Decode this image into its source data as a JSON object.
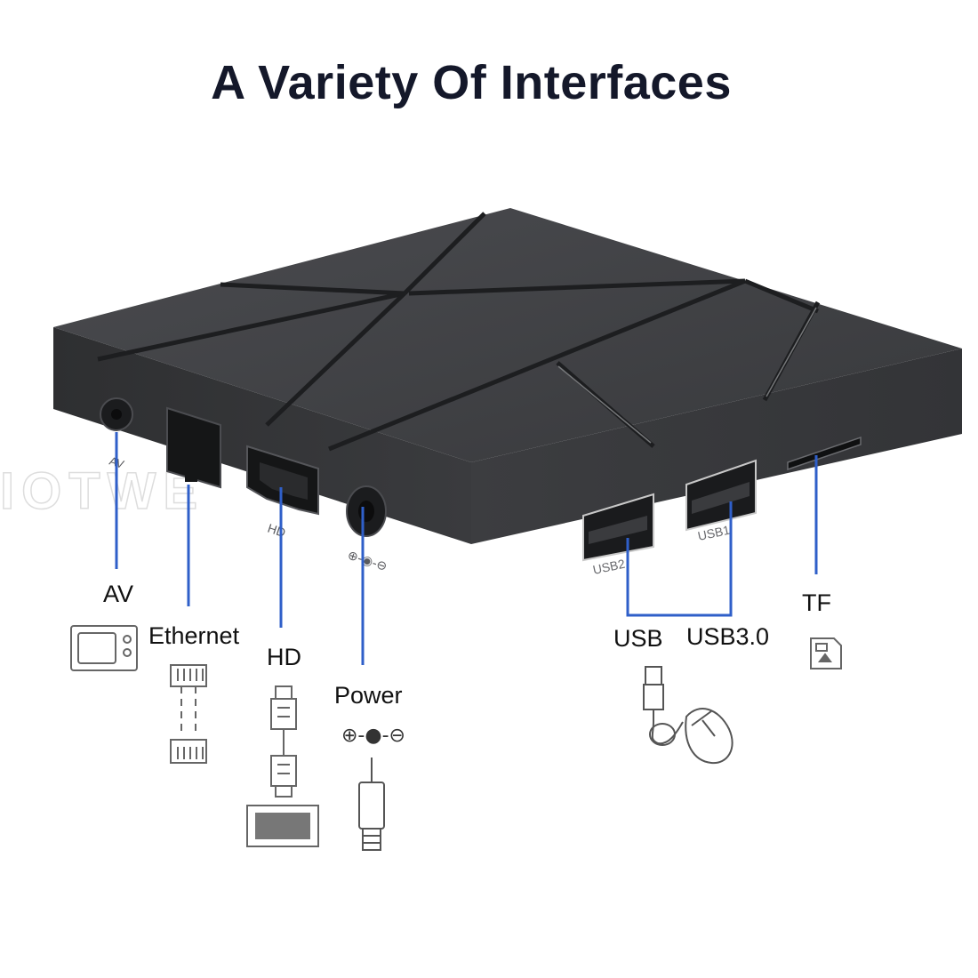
{
  "title": "A Variety Of Interfaces",
  "watermark": "IOTWE",
  "device": {
    "port_markings": {
      "av": "AV",
      "hd": "HD",
      "usb2": "USB2",
      "usb1": "USB1"
    }
  },
  "ports": {
    "av": {
      "label": "AV",
      "icon": "tv-icon"
    },
    "ethernet": {
      "label": "Ethernet",
      "icon": "ethernet-cable-icon"
    },
    "hd": {
      "label": "HD",
      "icon": "hdmi-cable-monitor-icon"
    },
    "power": {
      "label": "Power",
      "icon": "power-plug-icon"
    },
    "usb": {
      "label": "USB",
      "icon": "usb-mouse-icon"
    },
    "usb3": {
      "label": "USB3.0"
    },
    "tf": {
      "label": "TF",
      "icon": "sd-card-icon"
    }
  },
  "colors": {
    "title": "#14182a",
    "leader_line": "#2f5fc9",
    "device_body": "#3a3b3e",
    "icon_stroke": "#555555"
  }
}
